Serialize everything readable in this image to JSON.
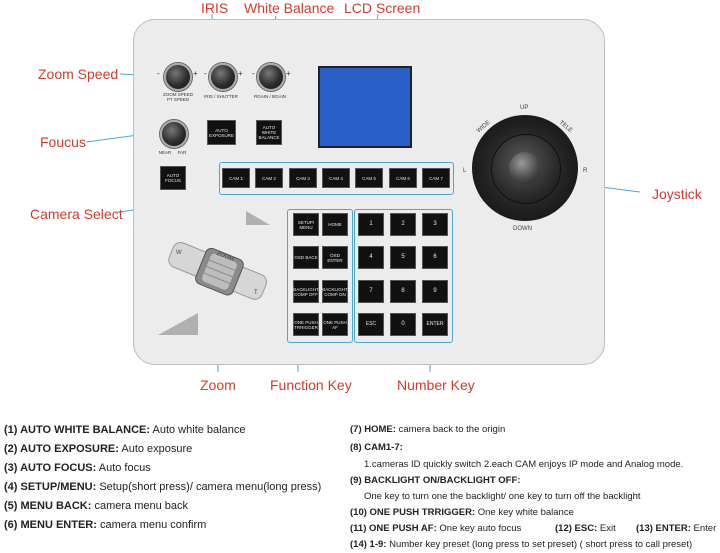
{
  "callouts": {
    "iris": "IRIS",
    "white_balance": "White Balance",
    "lcd_screen": "LCD Screen",
    "zoom_speed": "Zoom Speed",
    "focus": "Foucus",
    "joystick": "Joystick",
    "camera_select": "Camera Select",
    "zoom": "Zoom",
    "function_key": "Function Key",
    "number_key": "Number Key"
  },
  "panel": {
    "knob_labels": {
      "zoom_speed": "ZOOM SPEED",
      "pt_speed": "PT SPEED",
      "iris_shutter": "IRIS / SHUTTER",
      "rgain_bgain": "RGAIN / BGAIN",
      "near": "NEAR",
      "far": "FAR"
    },
    "knob_minus": "-",
    "knob_plus": "+",
    "auto_exposure": "AUTO EXPOSURE",
    "auto_white_balance": "AUTO WHITE BALANCE",
    "auto_focus": "AUTO FOCUS",
    "cam_keys": [
      "CAM 1",
      "CAM 2",
      "CAM 3",
      "CAM 4",
      "CAM 5",
      "CAM 6",
      "CAM 7"
    ],
    "function_keys": [
      [
        "SETUP/ MENU",
        "HOME"
      ],
      [
        "OSD BACK",
        "OSD ENTER"
      ],
      [
        "BACKLIGHT COMP OFF",
        "BACKLIGHT COMP ON"
      ],
      [
        "ONE PUSH TRRIGGER",
        "ONE PUSH AF"
      ]
    ],
    "number_keys": [
      [
        "1",
        "2",
        "3"
      ],
      [
        "4",
        "5",
        "6"
      ],
      [
        "7",
        "8",
        "9"
      ],
      [
        "ESC",
        "0",
        "ENTER"
      ]
    ],
    "joystick_dirs": {
      "up": "UP",
      "down": "DOWN",
      "left": "L",
      "right": "R",
      "wide": "WIDE",
      "tele": "TELE"
    },
    "zoom_lever": {
      "label": "ZOOM",
      "w": "W",
      "t": "T"
    }
  },
  "descriptions_left": [
    {
      "key": "(1) AUTO WHITE BALANCE:",
      "text": "Auto white balance"
    },
    {
      "key": "(2) AUTO EXPOSURE:",
      "text": "Auto exposure"
    },
    {
      "key": "(3) AUTO FOCUS:",
      "text": "Auto focus"
    },
    {
      "key": "(4) SETUP/MENU:",
      "text": "Setup(short press)/ camera menu(long press)"
    },
    {
      "key": "(5) MENU BACK:",
      "text": "camera menu back"
    },
    {
      "key": "(6) MENU ENTER:",
      "text": "camera menu confirm"
    }
  ],
  "descriptions_right": {
    "home": {
      "key": "(7) HOME:",
      "text": "camera back to the origin"
    },
    "cam": {
      "key": "(8) CAM1-7:",
      "text": "1.cameras ID quickly switch  2.each CAM enjoys IP mode and Analog mode."
    },
    "backlight": {
      "key": "(9) BACKLIGHT  ON/BACKLIGHT  OFF:",
      "text": "One key to turn one the backlight/ one key to turn off the backlight"
    },
    "one_push": {
      "key": "(10) ONE PUSH TRRIGGER:",
      "text": "One key white balance"
    },
    "one_push_af": {
      "key": "(11) ONE PUSH AF:",
      "text": "One key auto focus"
    },
    "esc": {
      "key": "(12) ESC:",
      "text": "Exit"
    },
    "enter": {
      "key": "(13) ENTER:",
      "text": "Enter"
    },
    "num": {
      "key": "(14) 1-9:",
      "text": "Number key preset (long press to set preset) ( short press to call preset)"
    }
  },
  "colors": {
    "callout_red": "#d83a2a",
    "highlight_blue": "#4aa7d8",
    "lcd_blue": "#2a5fc7"
  }
}
